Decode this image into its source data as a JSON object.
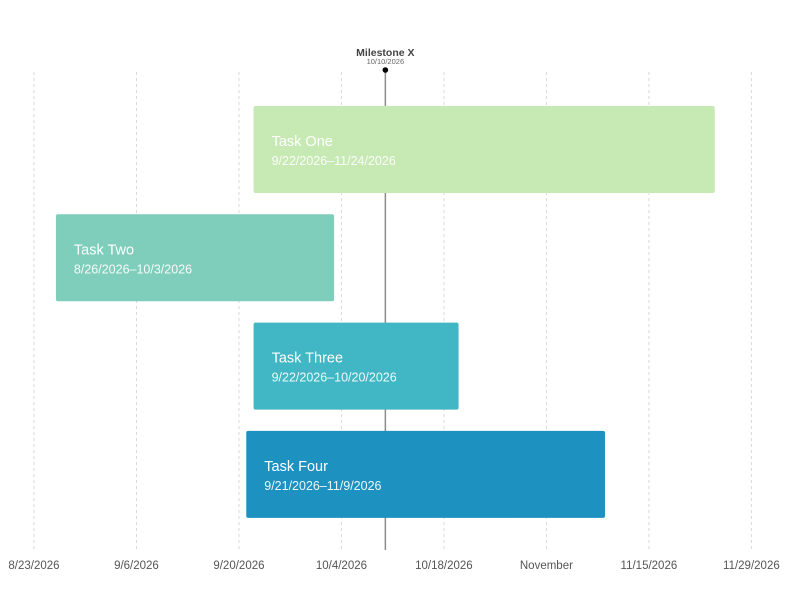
{
  "chart_data": {
    "type": "gantt",
    "x_axis": {
      "min": "2026-08-20",
      "max": "2026-12-04",
      "ticks": [
        {
          "date": "2026-08-23",
          "label": "8/23/2026"
        },
        {
          "date": "2026-09-06",
          "label": "9/6/2026"
        },
        {
          "date": "2026-09-20",
          "label": "9/20/2026"
        },
        {
          "date": "2026-10-04",
          "label": "10/4/2026"
        },
        {
          "date": "2026-10-18",
          "label": "10/18/2026"
        },
        {
          "date": "2026-11-01",
          "label": "November"
        },
        {
          "date": "2026-11-15",
          "label": "11/15/2026"
        },
        {
          "date": "2026-11-29",
          "label": "11/29/2026"
        }
      ],
      "grid": true
    },
    "tasks": [
      {
        "name": "Task One",
        "start": "2026-09-22",
        "end": "2026-11-24",
        "dates_label": "9/22/2026–11/24/2026",
        "color": "#c7e9b4"
      },
      {
        "name": "Task Two",
        "start": "2026-08-26",
        "end": "2026-10-03",
        "dates_label": "8/26/2026–10/3/2026",
        "color": "#7fcdbb"
      },
      {
        "name": "Task Three",
        "start": "2026-09-22",
        "end": "2026-10-20",
        "dates_label": "9/22/2026–10/20/2026",
        "color": "#41b6c4"
      },
      {
        "name": "Task Four",
        "start": "2026-09-21",
        "end": "2026-11-09",
        "dates_label": "9/21/2026–11/9/2026",
        "color": "#1d91c0"
      }
    ],
    "milestones": [
      {
        "name": "Milestone X",
        "date": "2026-10-10",
        "date_label": "10/10/2026",
        "color": "#000000"
      }
    ]
  }
}
